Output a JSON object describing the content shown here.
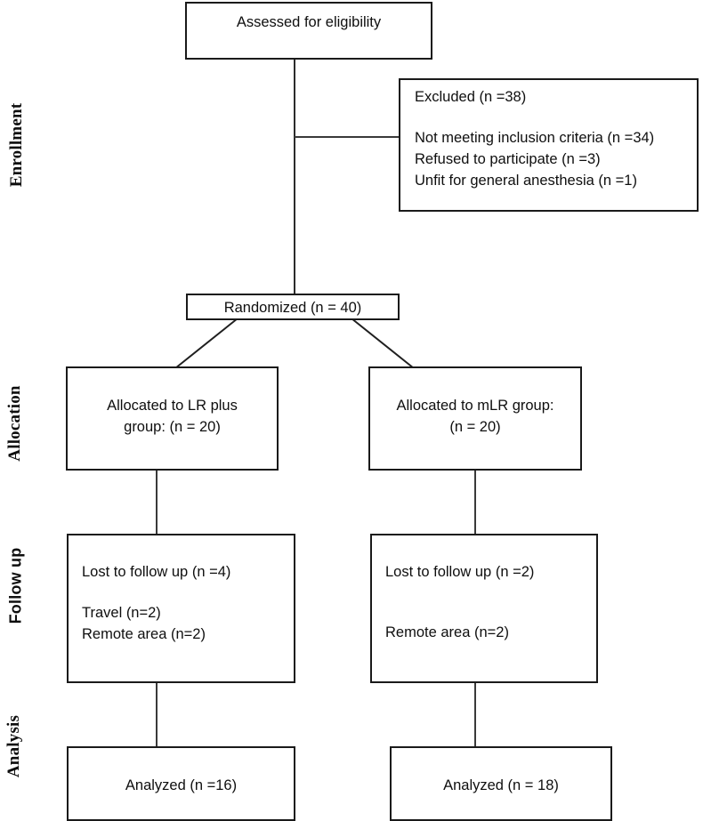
{
  "diagram": {
    "title": "CONSORT participant flow diagram",
    "type": "flowchart",
    "line_color": "#1a1a1a",
    "background": "#ffffff"
  },
  "phases": [
    {
      "id": "enrollment",
      "label": "Enrollment"
    },
    {
      "id": "allocation",
      "label": "Allocation"
    },
    {
      "id": "follow_up",
      "label": "Follow up"
    },
    {
      "id": "analysis",
      "label": "Analysis"
    }
  ],
  "nodes": {
    "assessed": {
      "lines": [
        "Assessed for eligibility"
      ]
    },
    "excluded": {
      "lines": [
        "Excluded (n =38)",
        "",
        "Not meeting inclusion criteria (n =34)",
        "Refused to participate (n =3)",
        "Unfit for general anesthesia (n =1)"
      ],
      "heading": "Excluded (n =38)",
      "reason_1": "Not meeting inclusion criteria (n =34)",
      "reason_2": "Refused to participate (n =3)",
      "reason_3": "Unfit for general anesthesia (n =1)"
    },
    "randomized": {
      "lines": [
        "Randomized (n = 40)"
      ]
    },
    "allocated_left": {
      "line_1": "Allocated to LR plus",
      "line_2": "group: (n = 20)"
    },
    "allocated_right": {
      "line_1": "Allocated to mLR group:",
      "line_2": "(n = 20)"
    },
    "followup_left": {
      "line_1": "Lost to follow up (n =4)",
      "line_2": "Travel (n=2)",
      "line_3": "Remote area (n=2)"
    },
    "followup_right": {
      "line_1": "Lost to follow up (n =2)",
      "line_2": "Remote area (n=2)"
    },
    "analyzed_left": {
      "line_1": "Analyzed (n =16)"
    },
    "analyzed_right": {
      "line_1": "Analyzed (n = 18)"
    }
  },
  "chart_data": {
    "type": "flowchart",
    "title": "CONSORT flow diagram",
    "stages": [
      "Enrollment",
      "Allocation",
      "Follow up",
      "Analysis"
    ],
    "counts": {
      "excluded_total": 38,
      "excluded_not_meeting_inclusion_criteria": 34,
      "excluded_refused_to_participate": 3,
      "excluded_unfit_for_general_anesthesia": 1,
      "randomized": 40,
      "allocated_lr_plus": 20,
      "allocated_mlr": 20,
      "lost_to_followup_lr_plus": 4,
      "lost_travel_lr_plus": 2,
      "lost_remote_area_lr_plus": 2,
      "lost_to_followup_mlr": 2,
      "lost_remote_area_mlr": 2,
      "analyzed_lr_plus": 16,
      "analyzed_mlr": 18
    },
    "arms": [
      "LR plus",
      "mLR"
    ]
  }
}
